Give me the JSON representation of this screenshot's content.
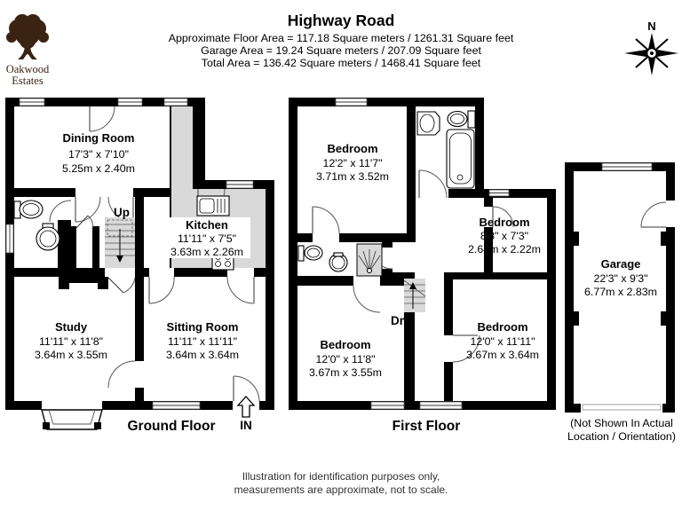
{
  "header": {
    "title": "Highway Road",
    "area_lines": [
      "Approximate Floor Area = 117.18 Square meters / 1261.31 Square feet",
      "Garage Area = 19.24 Square meters / 207.09 Square feet",
      "Total Area = 136.42 Square meters / 1468.41 Square feet"
    ]
  },
  "logo": {
    "line1": "Oakwood",
    "line2": "Estates"
  },
  "compass": {
    "north": "N"
  },
  "ground_floor": {
    "label": "Ground Floor",
    "entrance": "IN",
    "stairs": "Up",
    "dining": {
      "name": "Dining Room",
      "imperial": "17'3\" x 7'10\"",
      "metric": "5.25m x 2.40m"
    },
    "kitchen": {
      "name": "Kitchen",
      "imperial": "11'11\" x 7'5\"",
      "metric": "3.63m x 2.26m"
    },
    "study": {
      "name": "Study",
      "imperial": "11'11\" x 11'8\"",
      "metric": "3.64m x 3.55m"
    },
    "sitting": {
      "name": "Sitting Room",
      "imperial": "11'11\" x 11'11\"",
      "metric": "3.64m x 3.64m"
    }
  },
  "first_floor": {
    "label": "First Floor",
    "stairs": "Dn",
    "bedroom1": {
      "name": "Bedroom",
      "imperial": "12'2\" x 11'7\"",
      "metric": "3.71m x 3.52m"
    },
    "bedroom2": {
      "name": "Bedroom",
      "imperial": "8'8\" x 7'3\"",
      "metric": "2.64m x 2.22m"
    },
    "bedroom3": {
      "name": "Bedroom",
      "imperial": "12'0\" x 11'8\"",
      "metric": "3.67m x 3.55m"
    },
    "bedroom4": {
      "name": "Bedroom",
      "imperial": "12'0\" x 11'11\"",
      "metric": "3.67m x 3.64m"
    }
  },
  "garage": {
    "room": {
      "name": "Garage",
      "imperial": "22'3\" x 9'3\"",
      "metric": "6.77m x 2.83m"
    },
    "note1": "(Not Shown In Actual",
    "note2": "Location / Orientation)"
  },
  "footer": {
    "line1": "Illustration for identification purposes only,",
    "line2": "measurements are approximate, not to scale."
  },
  "colors": {
    "wall": "#000000",
    "floor_shade": "#d9d9d9",
    "logo_brown": "#3a2312"
  }
}
